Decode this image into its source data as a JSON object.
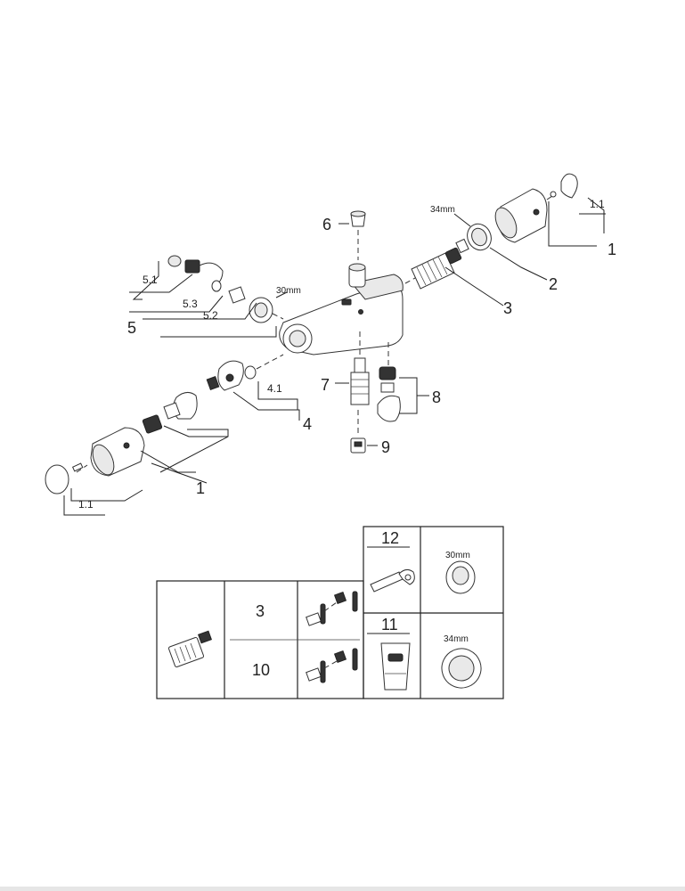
{
  "labels": {
    "l1_right": "1",
    "l1_1_right": "1.1",
    "l2": "2",
    "l3": "3",
    "l34mm_top": "34mm",
    "l6": "6",
    "l5": "5",
    "l5_1": "5.1",
    "l5_3": "5.3",
    "l5_2": "5.2",
    "l30mm_top": "30mm",
    "l7": "7",
    "l8": "8",
    "l9": "9",
    "l4": "4",
    "l4_1": "4.1",
    "l1_left": "1",
    "l1_1_left": "1.1"
  },
  "table": {
    "row_top_num": "3",
    "row_bottom_num": "10",
    "box12_num": "12",
    "box12_size": "30mm",
    "box11_num": "11",
    "box11_size": "34mm"
  }
}
